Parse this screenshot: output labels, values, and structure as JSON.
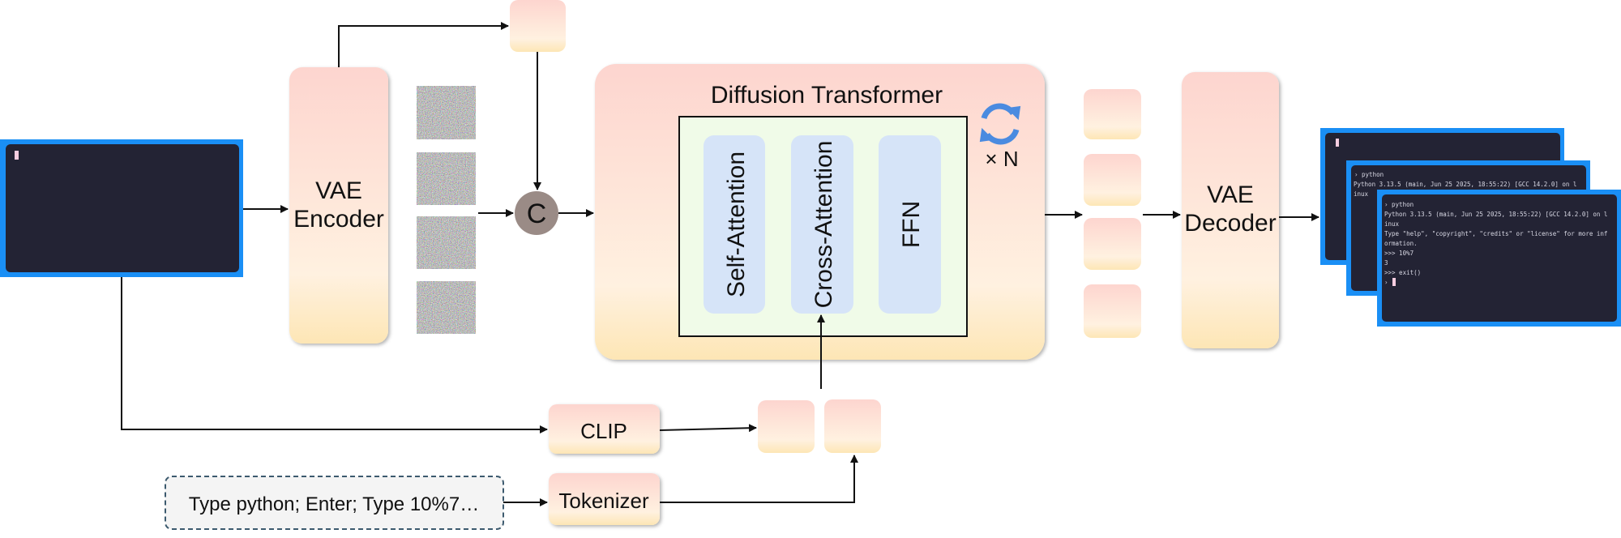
{
  "vae_encoder": {
    "line1": "VAE",
    "line2": "Encoder"
  },
  "vae_decoder": {
    "line1": "VAE",
    "line2": "Decoder"
  },
  "concat": "C",
  "dit": {
    "title": "Diffusion Transformer",
    "blocks": [
      "Self-Attention",
      "Cross-Attention",
      "FFN"
    ],
    "repeat": "× N",
    "repeat_icon": "refresh-cycle-icon"
  },
  "clip": "CLIP",
  "tokenizer": "Tokenizer",
  "action_text": "Type python; Enter; Type 10%7…",
  "terminal_lines": [
    "› python",
    "Python 3.13.5 (main, Jun 25 2025, 18:55:22) [GCC 14.2.0] on l",
    "inux",
    "Type \"help\", \"copyright\", \"credits\" or \"license\" for more inf",
    "ormation.",
    ">>> 10%7",
    "3",
    ">>> exit()",
    "›"
  ],
  "colors": {
    "terminal_bg": "#232334",
    "terminal_border": "#1a8ff5",
    "block_top": "#fdd6d0",
    "block_bottom": "#fde9bf",
    "attn_block": "#d6e4f8",
    "inner_box": "#f0fbe8",
    "cycle_icon": "#4a8be0"
  }
}
